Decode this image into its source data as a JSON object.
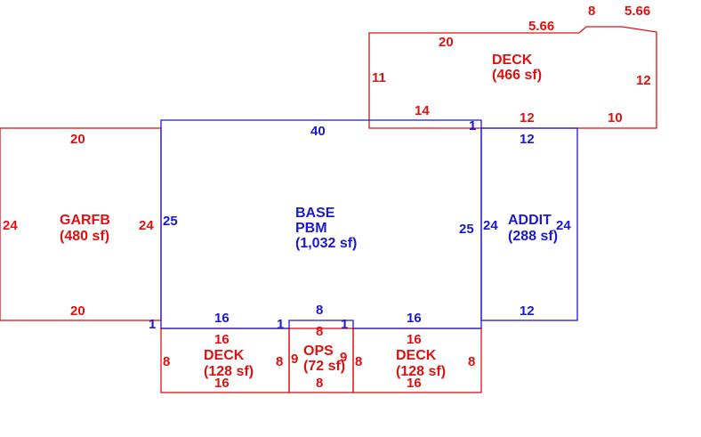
{
  "colors": {
    "base": "#1a1acc",
    "addition": "#dd1111"
  },
  "areas": {
    "base": {
      "code": "BASE",
      "name": "PBM",
      "area": "(1,032 sf)"
    },
    "garage": {
      "code": "GARFB",
      "area": "(480 sf)"
    },
    "addition": {
      "code": "ADDIT",
      "area": "(288 sf)"
    },
    "deck_top": {
      "code": "DECK",
      "area": "(466 sf)"
    },
    "deck_left": {
      "code": "DECK",
      "area": "(128 sf)"
    },
    "deck_right": {
      "code": "DECK",
      "area": "(128 sf)"
    },
    "ops": {
      "code": "OPS",
      "area": "(72 sf)"
    }
  },
  "dims": {
    "base_top": "40",
    "base_left": "25",
    "base_right": "25",
    "base_bottom_left": "16",
    "base_bottom_right": "16",
    "base_notch_top": "8",
    "base_notch_left": "1",
    "base_notch_right": "1",
    "base_left_step": "1",
    "base_right_step": "1",
    "garage_top": "20",
    "garage_bottom": "20",
    "garage_left": "24",
    "garage_right": "24",
    "addition_top": "12",
    "addition_bottom": "12",
    "addition_left": "24",
    "addition_right": "24",
    "deck_top_top": "20",
    "deck_top_chamfer_left": "5.66",
    "deck_top_top_right": "8",
    "deck_top_chamfer_right": "5.66",
    "deck_top_left": "11",
    "deck_top_right": "12",
    "deck_top_bottom_left": "14",
    "deck_top_bottom_mid": "12",
    "deck_top_bottom_right": "10",
    "deck_left_top": "16",
    "deck_left_bottom": "16",
    "deck_left_left": "8",
    "deck_left_right": "8",
    "ops_top": "8",
    "ops_bottom": "8",
    "ops_left": "9",
    "ops_right": "9",
    "deck_right_top": "16",
    "deck_right_bottom": "16",
    "deck_right_left": "8",
    "deck_right_right": "8"
  }
}
